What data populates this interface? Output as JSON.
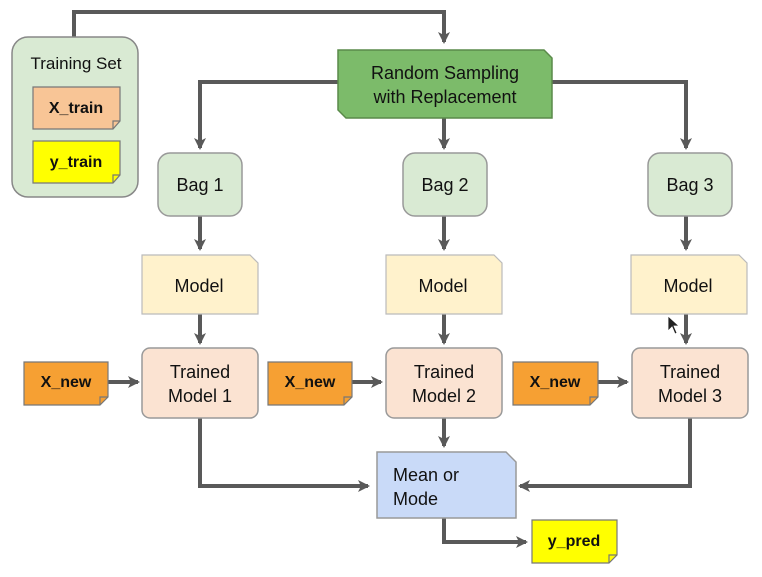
{
  "training_set": {
    "label": "Training Set",
    "x_train": "X_train",
    "y_train": "y_train"
  },
  "sampling": {
    "line1": "Random Sampling",
    "line2": "with Replacement"
  },
  "branches": [
    {
      "bag": "Bag 1",
      "model": "Model",
      "trained_line1": "Trained",
      "trained_line2": "Model 1",
      "x_new": "X_new"
    },
    {
      "bag": "Bag 2",
      "model": "Model",
      "trained_line1": "Trained",
      "trained_line2": "Model 2",
      "x_new": "X_new"
    },
    {
      "bag": "Bag 3",
      "model": "Model",
      "trained_line1": "Trained",
      "trained_line2": "Model 3",
      "x_new": "X_new"
    }
  ],
  "aggregate": {
    "line1": "Mean or",
    "line2": "Mode"
  },
  "output": {
    "label": "y_pred"
  },
  "colors": {
    "green_box": "#d9ead3",
    "sampling_fill": "#7cbb6a",
    "model_fill": "#fff2cc",
    "trained_fill": "#fbe3d2",
    "x_train_fill": "#f8c596",
    "x_new_fill": "#f6a033",
    "yellow": "#ffff00",
    "aggregate_fill": "#c9daf8",
    "arrow": "#595959",
    "stroke": "#7a7a7a"
  }
}
